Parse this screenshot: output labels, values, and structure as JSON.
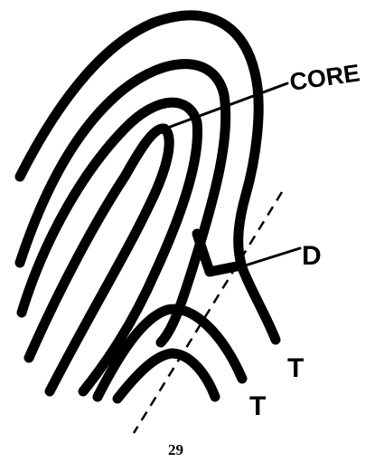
{
  "labels": {
    "core": "CORE",
    "delta": "D",
    "termination_upper": "T",
    "termination_lower": "T"
  },
  "page_number": "29"
}
